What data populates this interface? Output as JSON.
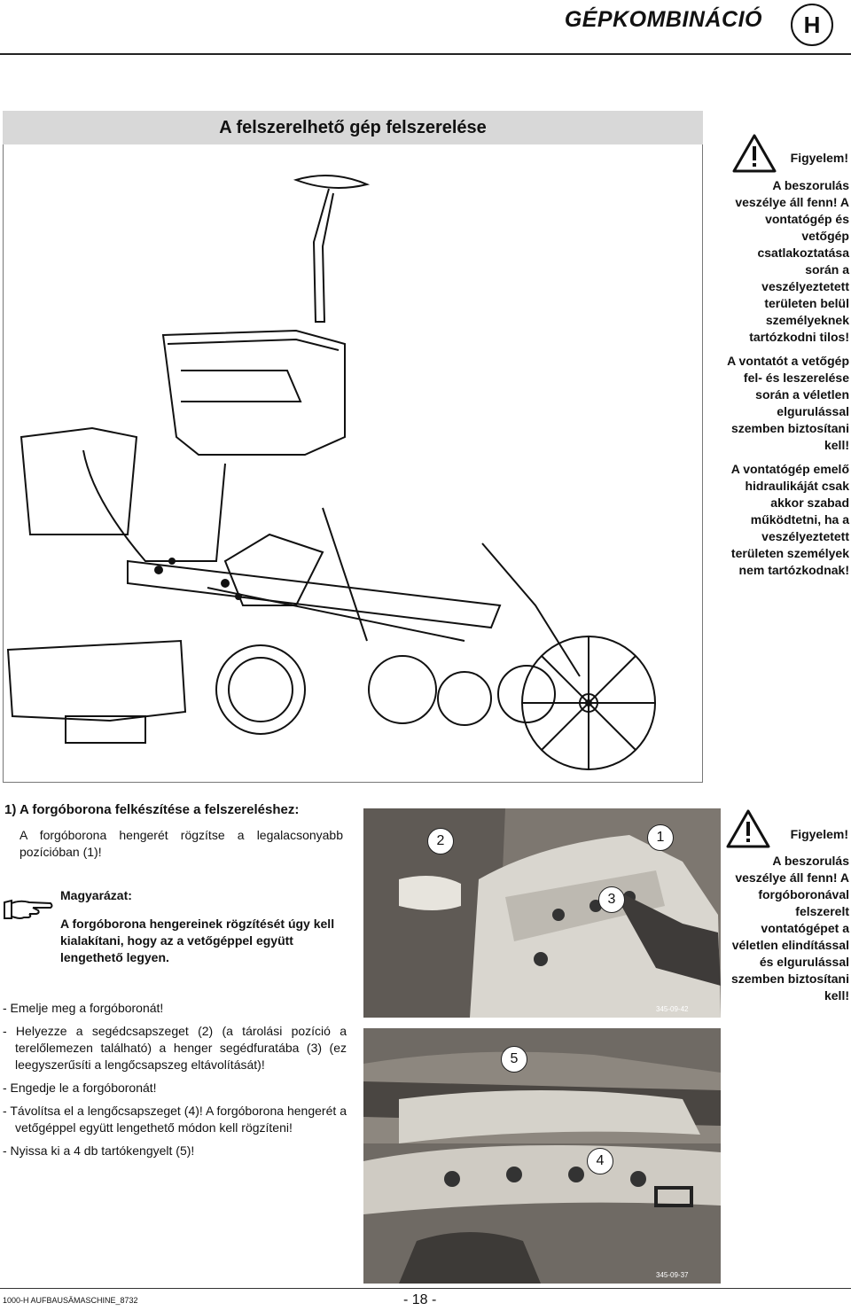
{
  "header": {
    "title": "GÉPKOMBINÁCIÓ",
    "badge": "H"
  },
  "banner": {
    "title": "A felszerelhető gép felszerelése"
  },
  "warning_top": {
    "label": "Figyelem!",
    "paragraphs": [
      "A beszorulás veszélye áll fenn! A vontatógép és vetőgép csatlakoztatása során a veszélyeztetett területen belül személyeknek tartózkodni tilos!",
      "A vontatót a vetőgép fel- és leszerelése során a véletlen elgurulással szemben biztosítani kell!",
      "A vontatógép emelő hidraulikáját csak akkor szabad működtetni, ha a veszélyeztetett területen személyek nem tartózkodnak!"
    ]
  },
  "section1": {
    "heading": "1) A forgóborona felkészítése a felszereléshez:",
    "intro": "A forgóborona hengerét rögzítse a legalacsonyabb pozícióban (1)!",
    "note_heading": "Magyarázat:",
    "note_text": "A forgóborona hengereinek rögzítését úgy kell kialakítani, hogy az a vetőgéppel együtt lengethető legyen.",
    "steps": [
      "- Emelje meg a forgóboronát!",
      "- Helyezze a segédcsapszeget (2) (a tárolási pozíció a terelőlemezen található) a henger segédfuratába (3) (ez leegyszerűsíti a lengőcsapszeg eltávolítását)!",
      "- Engedje le a forgóboronát!",
      "- Távolítsa el a lengőcsapszeget (4)! A forgóborona hengerét a vetőgéppel együtt lengethető módon kell rögzíteni!",
      "- Nyissa ki a 4 db tartókengyelt (5)!"
    ]
  },
  "photos": {
    "top": {
      "callouts": [
        "2",
        "1",
        "3"
      ],
      "code": "345-09-42"
    },
    "bottom": {
      "callouts": [
        "5",
        "4"
      ],
      "code": "345-09-37"
    }
  },
  "warning_bottom": {
    "label": "Figyelem!",
    "text": "A beszorulás veszélye áll fenn! A forgóboronával felszerelt vontatógépet a véletlen elindítással és elgurulással szemben biztosítani kell!"
  },
  "footer": {
    "doc_id": "1000-H AUFBAUSÄMASCHINE_8732",
    "page": "- 18 -"
  }
}
